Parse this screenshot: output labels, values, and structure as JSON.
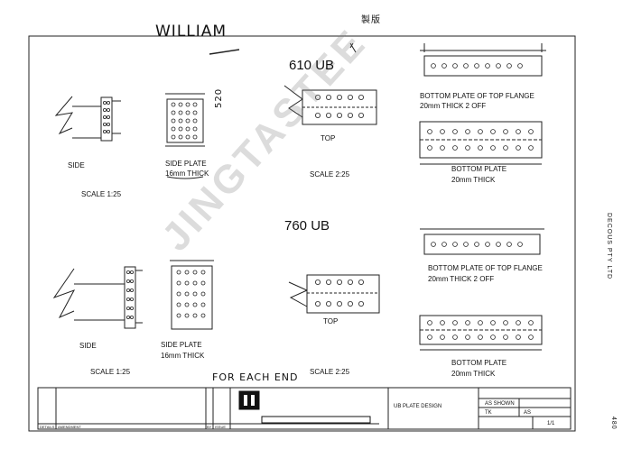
{
  "header": {
    "name": "WILLIAM",
    "approval_mark": "製版"
  },
  "section_610": {
    "title": "610 UB",
    "side_label": "SIDE",
    "side_plate_label": "SIDE PLATE",
    "side_plate_thick": "16mm THICK",
    "scale_left": "SCALE 1:25",
    "top_label": "TOP",
    "scale_mid": "SCALE 2:25",
    "bottom_plate_top_flange": "BOTTOM PLATE OF TOP FLANGE",
    "bottom_plate_top_flange_thick": "20mm THICK 2 OFF",
    "bottom_plate": "BOTTOM PLATE",
    "bottom_plate_thick": "20mm THICK",
    "handwritten_dim": "520"
  },
  "section_760": {
    "title": "760 UB",
    "side_label": "SIDE",
    "side_plate_label": "SIDE PLATE",
    "side_plate_thick": "16mm THICK",
    "scale_left": "SCALE 1:25",
    "top_label": "TOP",
    "scale_mid": "SCALE 2:25",
    "bottom_plate_top_flange": "BOTTOM PLATE OF TOP FLANGE",
    "bottom_plate_top_flange_thick": "20mm THICK 2 OFF",
    "bottom_plate": "BOTTOM PLATE",
    "bottom_plate_thick": "20mm THICK"
  },
  "note": "FOR EACH END",
  "watermark": "JINGTASTEE",
  "side_company": "DECOUS PTY LTD",
  "title_block": {
    "drawing_title": "UB PLATE DESIGN",
    "scale": "AS SHOWN",
    "drawn": "TK",
    "checked": "AS",
    "sheet": "1/1",
    "details_label": "DETAILS",
    "amendment_label": "AMENDMENT",
    "by_label": "BY",
    "issue_label": "ISSUE"
  },
  "corner_code": "480"
}
